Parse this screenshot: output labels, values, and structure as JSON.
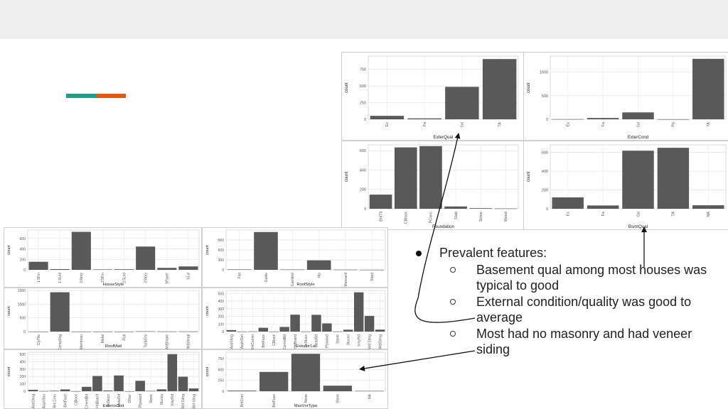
{
  "slide": {
    "accent_colors": {
      "teal": "#1e9c8c",
      "orange": "#e4580d"
    },
    "bullets": {
      "heading": "Prevalent features:",
      "items": [
        "Basement qual among most houses was typical to good",
        "External condition/quality was good to average",
        "Most had no masonry and had veneer siding"
      ]
    }
  },
  "chart_data": [
    {
      "type": "bar",
      "xlabel": "ExterQual",
      "ylabel": "count",
      "categories": [
        "Ex",
        "Fa",
        "Gd",
        "TA"
      ],
      "values": [
        52,
        14,
        488,
        906
      ],
      "ylim": [
        0,
        950
      ],
      "yticks": [
        0,
        250,
        500,
        750
      ],
      "grid": true,
      "bar_color": "#595959"
    },
    {
      "type": "bar",
      "xlabel": "ExterCond",
      "ylabel": "count",
      "categories": [
        "Ex",
        "Fa",
        "Gd",
        "Po",
        "TA"
      ],
      "values": [
        3,
        28,
        146,
        1,
        1282
      ],
      "ylim": [
        0,
        1340
      ],
      "yticks": [
        0,
        500,
        1000
      ],
      "grid": true,
      "bar_color": "#595959"
    },
    {
      "type": "bar",
      "xlabel": "Foundation",
      "ylabel": "count",
      "categories": [
        "BrkTil",
        "CBlock",
        "PConc",
        "Slab",
        "Stone",
        "Wood"
      ],
      "values": [
        146,
        634,
        647,
        24,
        6,
        3
      ],
      "ylim": [
        0,
        660
      ],
      "yticks": [
        0,
        200,
        400,
        600
      ],
      "grid": true,
      "bar_color": "#595959"
    },
    {
      "type": "bar",
      "xlabel": "BsmtQual",
      "ylabel": "count",
      "categories": [
        "Ex",
        "Fa",
        "Gd",
        "TA",
        "NA"
      ],
      "values": [
        121,
        35,
        618,
        649,
        37
      ],
      "ylim": [
        0,
        680
      ],
      "yticks": [
        0,
        200,
        400,
        600
      ],
      "grid": true,
      "bar_color": "#595959"
    },
    {
      "type": "bar",
      "xlabel": "HouseStyle",
      "ylabel": "count",
      "categories": [
        "1.5Fin",
        "1.5Unf",
        "1Story",
        "2.5Fin",
        "2.5Unf",
        "2Story",
        "SFoyer",
        "SLvl"
      ],
      "values": [
        154,
        14,
        726,
        8,
        11,
        445,
        37,
        65
      ],
      "ylim": [
        0,
        760
      ],
      "yticks": [
        0,
        200,
        400,
        600
      ],
      "grid": true,
      "bar_color": "#595959"
    },
    {
      "type": "bar",
      "xlabel": "RoofStyle",
      "ylabel": "count",
      "categories": [
        "Flat",
        "Gable",
        "Gambrel",
        "Hip",
        "Mansard",
        "Shed"
      ],
      "values": [
        13,
        1141,
        11,
        286,
        7,
        2
      ],
      "ylim": [
        0,
        1200
      ],
      "yticks": [
        0,
        300,
        600,
        900
      ],
      "grid": true,
      "bar_color": "#595959"
    },
    {
      "type": "bar",
      "xlabel": "RoofMatl",
      "ylabel": "count",
      "categories": [
        "ClyTile",
        "CompShg",
        "Membran",
        "Metal",
        "Roll",
        "Tar&Grv",
        "WdShake",
        "WdShngl"
      ],
      "values": [
        1,
        1434,
        1,
        1,
        1,
        11,
        5,
        6
      ],
      "ylim": [
        0,
        1500
      ],
      "yticks": [
        0,
        500,
        1000,
        1500
      ],
      "grid": true,
      "bar_color": "#595959"
    },
    {
      "type": "bar",
      "xlabel": "Exterior1st",
      "ylabel": "count",
      "categories": [
        "AsbShng",
        "AsphShn",
        "BrkComm",
        "BrkFace",
        "CBlock",
        "CemntBd",
        "HdBoard",
        "ImStucc",
        "MetalSd",
        "Plywood",
        "Stone",
        "Stucco",
        "VinylSd",
        "Wd Sdng",
        "WdShing"
      ],
      "values": [
        20,
        1,
        2,
        50,
        1,
        61,
        222,
        1,
        220,
        108,
        2,
        25,
        515,
        206,
        26
      ],
      "ylim": [
        0,
        540
      ],
      "yticks": [
        0,
        100,
        200,
        300,
        400,
        500
      ],
      "grid": true,
      "bar_color": "#595959"
    },
    {
      "type": "bar",
      "xlabel": "Exterior2nd",
      "ylabel": "count",
      "categories": [
        "AsbShng",
        "AsphShn",
        "Brk Cmn",
        "BrkFace",
        "CBlock",
        "CmentBd",
        "HdBoard",
        "ImStucc",
        "MetalSd",
        "Other",
        "Plywood",
        "Stone",
        "Stucco",
        "VinylSd",
        "Wd Sdng",
        "Wd Shng"
      ],
      "values": [
        20,
        3,
        7,
        25,
        1,
        60,
        207,
        10,
        214,
        1,
        142,
        5,
        26,
        504,
        197,
        38
      ],
      "ylim": [
        0,
        530
      ],
      "yticks": [
        0,
        100,
        200,
        300,
        400,
        500
      ],
      "grid": true,
      "bar_color": "#595959"
    },
    {
      "type": "bar",
      "xlabel": "MasVnrType",
      "ylabel": "count",
      "categories": [
        "BrkCmn",
        "BrkFace",
        "None",
        "Stone",
        "NA"
      ],
      "values": [
        15,
        445,
        864,
        128,
        8
      ],
      "ylim": [
        0,
        900
      ],
      "yticks": [
        0,
        250,
        500,
        750
      ],
      "grid": true,
      "bar_color": "#595959"
    }
  ]
}
